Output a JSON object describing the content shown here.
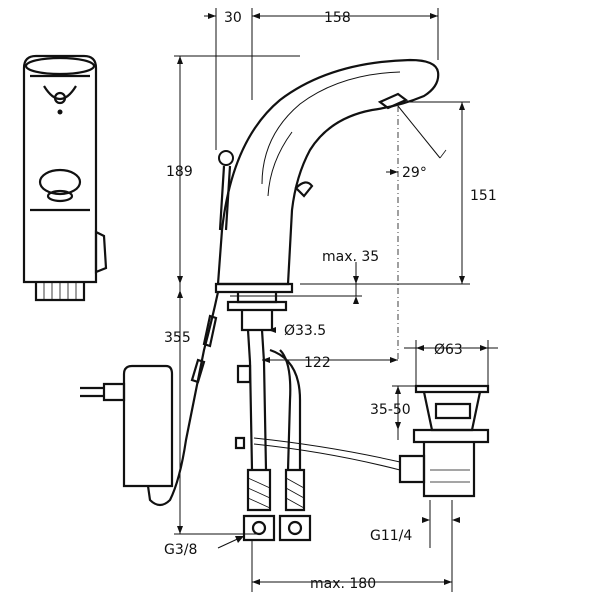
{
  "dimensions": {
    "d30": "30",
    "d158": "158",
    "d189": "189",
    "d151": "151",
    "d29deg": "29°",
    "max35": "max. 35",
    "dia335": "Ø33.5",
    "d355": "355",
    "d122": "122",
    "dia63": "Ø63",
    "d3550": "35-50",
    "g38": "G3/8",
    "g114": "G11/4",
    "max180": "max. 180"
  }
}
